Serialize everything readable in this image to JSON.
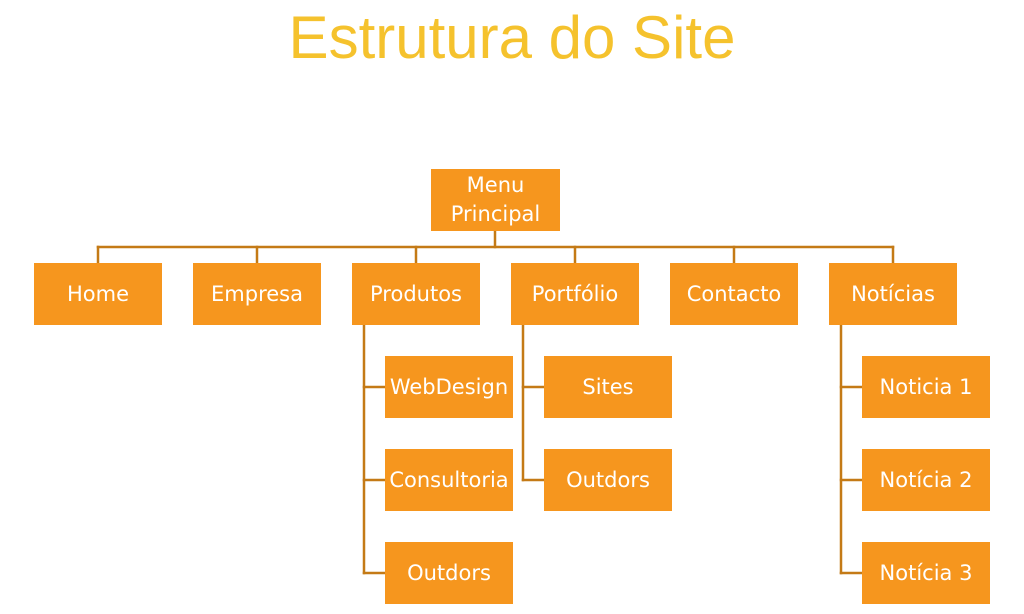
{
  "title": "Estrutura do Site",
  "colors": {
    "title": "#F5C22D",
    "node_fill": "#F6961E",
    "node_text": "#FFFFFF",
    "connector": "#C47A16"
  },
  "root": {
    "label": "Menu Principal"
  },
  "sections": [
    {
      "label": "Home",
      "children": []
    },
    {
      "label": "Empresa",
      "children": []
    },
    {
      "label": "Produtos",
      "children": [
        "WebDesign",
        "Consultoria",
        "Outdors"
      ]
    },
    {
      "label": "Portfólio",
      "children": [
        "Sites",
        "Outdors"
      ]
    },
    {
      "label": "Contacto",
      "children": []
    },
    {
      "label": "Notícias",
      "children": [
        "Noticia 1",
        "Notícia 2",
        "Notícia 3"
      ]
    }
  ]
}
